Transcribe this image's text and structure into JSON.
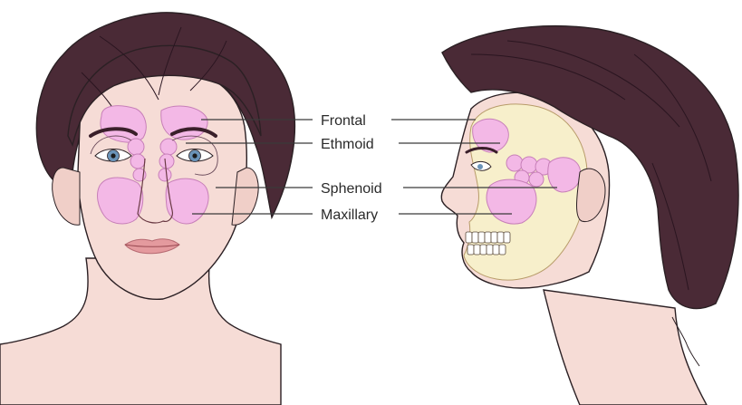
{
  "labels": {
    "frontal": "Frontal",
    "ethmoid": "Ethmoid",
    "sphenoid": "Sphenoid",
    "maxillary": "Maxillary"
  },
  "colors": {
    "skin": "#f6dcd6",
    "skin_shadow": "#e8c3ba",
    "hair": "#4a2a36",
    "hair_dark": "#3a1f2a",
    "sinus": "#f3b8e6",
    "sinus_edge": "#c77fb8",
    "skull": "#f7f2c9",
    "lips": "#e49a9e",
    "eye": "#6a93b8"
  }
}
